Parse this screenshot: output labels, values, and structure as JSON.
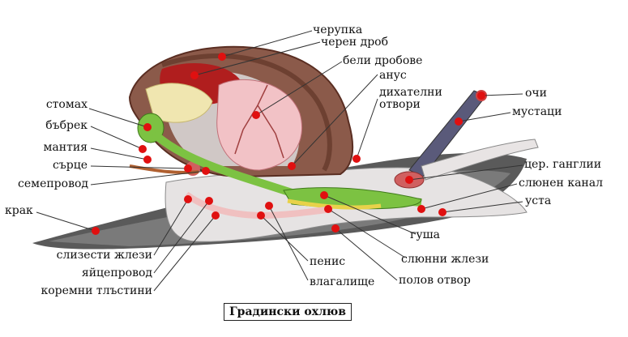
{
  "diagram": {
    "caption": "Градински охлюв",
    "labels": {
      "cherupka": "черупка",
      "cheren_drob": "черен дроб",
      "beli_drobove": "бели дробове",
      "anus": "анус",
      "dihatelni_otvori_1": "дихателни",
      "dihatelni_otvori_2": "отвори",
      "ochi": "очи",
      "mustaci": "мустаци",
      "stomah": "стомах",
      "bubrek": "бъбрек",
      "mantiya": "мантия",
      "sarce": "сърце",
      "semeprovod": "семепровод",
      "krak": "крак",
      "cer_ganglii": "цер. ганглии",
      "slunen_kanal": "слюнен канал",
      "usta": "уста",
      "gusha": "гуша",
      "slunni_zhlezi": "слюнни жлези",
      "polov_otvor": "полов отвор",
      "penis": "пенис",
      "vlagalishte": "влагалище",
      "slizesti_zhlezi": "слизести жлези",
      "yajceprovod": "яйцепровод",
      "koremni_tlastini": "коремни тлъстини"
    },
    "colors": {
      "shell": "#8b5a4a",
      "shell_dark": "#6b3a2e",
      "body": "#e6e3e3",
      "foot_dark": "#5a5a5a",
      "liver": "#b01e1e",
      "lung": "#f2c2c6",
      "digestive": "#7cc242",
      "gonad": "#f0e6b0",
      "marker": "#e01010",
      "leader": "#333333"
    }
  }
}
